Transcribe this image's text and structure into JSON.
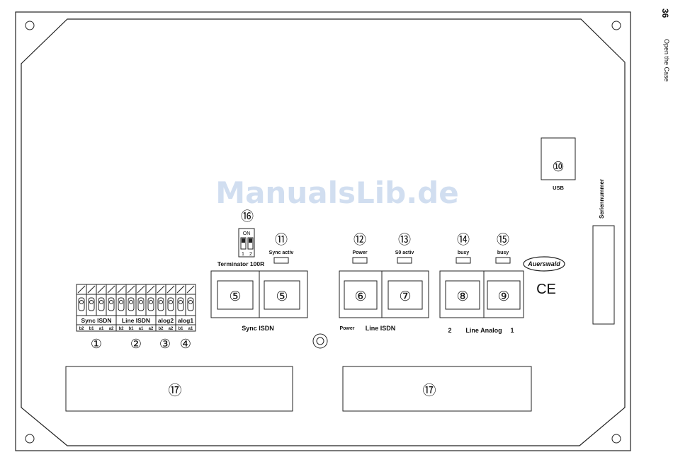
{
  "page": {
    "number": "36",
    "section": "Open the Case",
    "watermark": "ManualsLib.de"
  },
  "terminal_block": {
    "groups": [
      {
        "label": "Sync ISDN",
        "pins": [
          "b2",
          "b1",
          "a1",
          "a2"
        ],
        "callout": "①"
      },
      {
        "label": "Line ISDN",
        "pins": [
          "b2",
          "b1",
          "a1",
          "a2"
        ],
        "callout": "②"
      },
      {
        "label": "alog2",
        "pins": [
          "b2",
          "a2"
        ],
        "callout": "③"
      },
      {
        "label": "alog1",
        "pins": [
          "b1",
          "a1"
        ],
        "callout": "④"
      }
    ]
  },
  "dip_switch": {
    "on_label": "ON",
    "pos1": "1",
    "pos2": "2",
    "name": "Terminator 100R",
    "callout": "⑯"
  },
  "leds": {
    "sync": {
      "label": "Sync activ",
      "callout": "⑪"
    },
    "power": {
      "label": "Power",
      "callout": "⑫"
    },
    "s0": {
      "label": "S0 activ",
      "callout": "⑬"
    },
    "busy1": {
      "label": "busy",
      "callout": "⑭"
    },
    "busy2": {
      "label": "busy",
      "callout": "⑮"
    }
  },
  "jacks": {
    "sync1": "⑤",
    "sync2": "⑤",
    "power": "⑥",
    "line_isdn": "⑦",
    "analog2": "⑧",
    "analog1": "⑨"
  },
  "jack_labels": {
    "sync": "Sync ISDN",
    "power": "Power",
    "line_isdn": "Line ISDN",
    "analog_left": "2",
    "analog_mid": "Line Analog",
    "analog_right": "1"
  },
  "usb": {
    "label": "USB",
    "callout": "⑩"
  },
  "serial": {
    "label": "Seriennummer"
  },
  "brand": {
    "logo_text": "Auerswald",
    "ce": "CE"
  },
  "openings": {
    "left_callout": "⑰",
    "right_callout": "⑰"
  }
}
